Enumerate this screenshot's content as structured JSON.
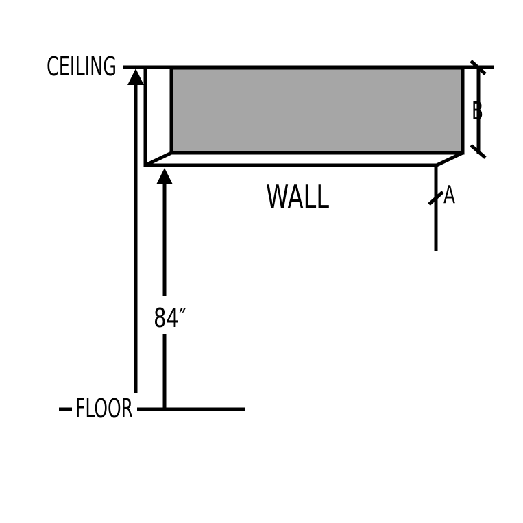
{
  "labels": {
    "ceiling": "CEILING",
    "floor": "FLOOR",
    "wall": "WALL",
    "height": "84″",
    "dim_a": "A",
    "dim_b": "B"
  },
  "colors": {
    "line": "#000000",
    "panel_fill": "#a6a6a6",
    "background": "#ffffff"
  },
  "icons": {
    "arrow": "arrow-up-icon"
  }
}
